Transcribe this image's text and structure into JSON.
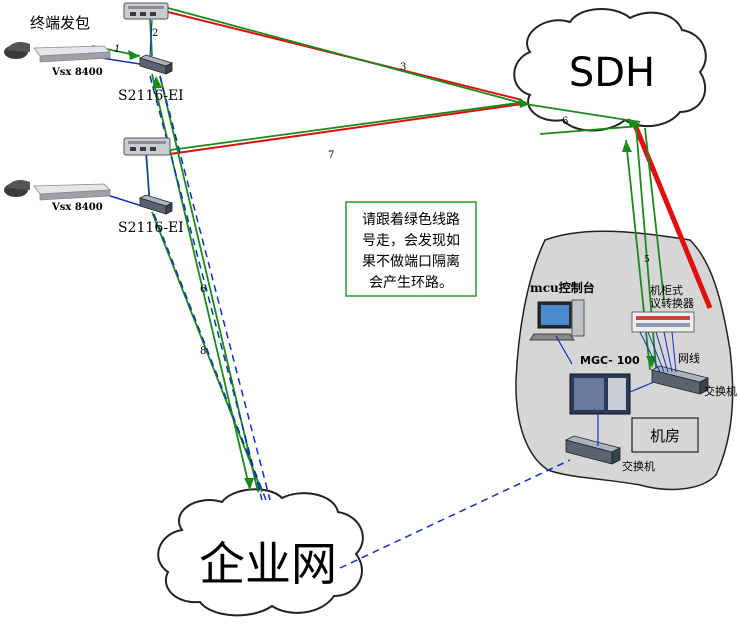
{
  "title_text": "终端发包",
  "terminals": [
    {
      "model": "Vsx 8400"
    },
    {
      "model": "Vsx 8400"
    }
  ],
  "switches": [
    {
      "label": "S2116-EI"
    },
    {
      "label": "S2116-EI"
    }
  ],
  "clouds": {
    "sdh": "SDH",
    "enterprise": "企业网"
  },
  "link_numbers": [
    "1",
    "2",
    "3",
    "6",
    "7",
    "6",
    "8",
    "5"
  ],
  "note": {
    "lines": [
      "请跟着绿色线路",
      "号走，会发现如",
      "果不做端口隔离",
      "会产生环路。"
    ]
  },
  "machine_room": {
    "mcu_console": "mcu控制台",
    "mgc": "MGC- 100",
    "rack_label_1": "机柜式",
    "rack_label_2": "议转换器",
    "cable": "网线",
    "switch_1": "交换机",
    "switch_2": "交换机",
    "room": "机房"
  },
  "colors": {
    "green": "#1a8a1a",
    "red": "#e01010",
    "blue": "#1030c0",
    "note_border": "#2a9a2a",
    "room_fill": "#d6d6d6"
  }
}
